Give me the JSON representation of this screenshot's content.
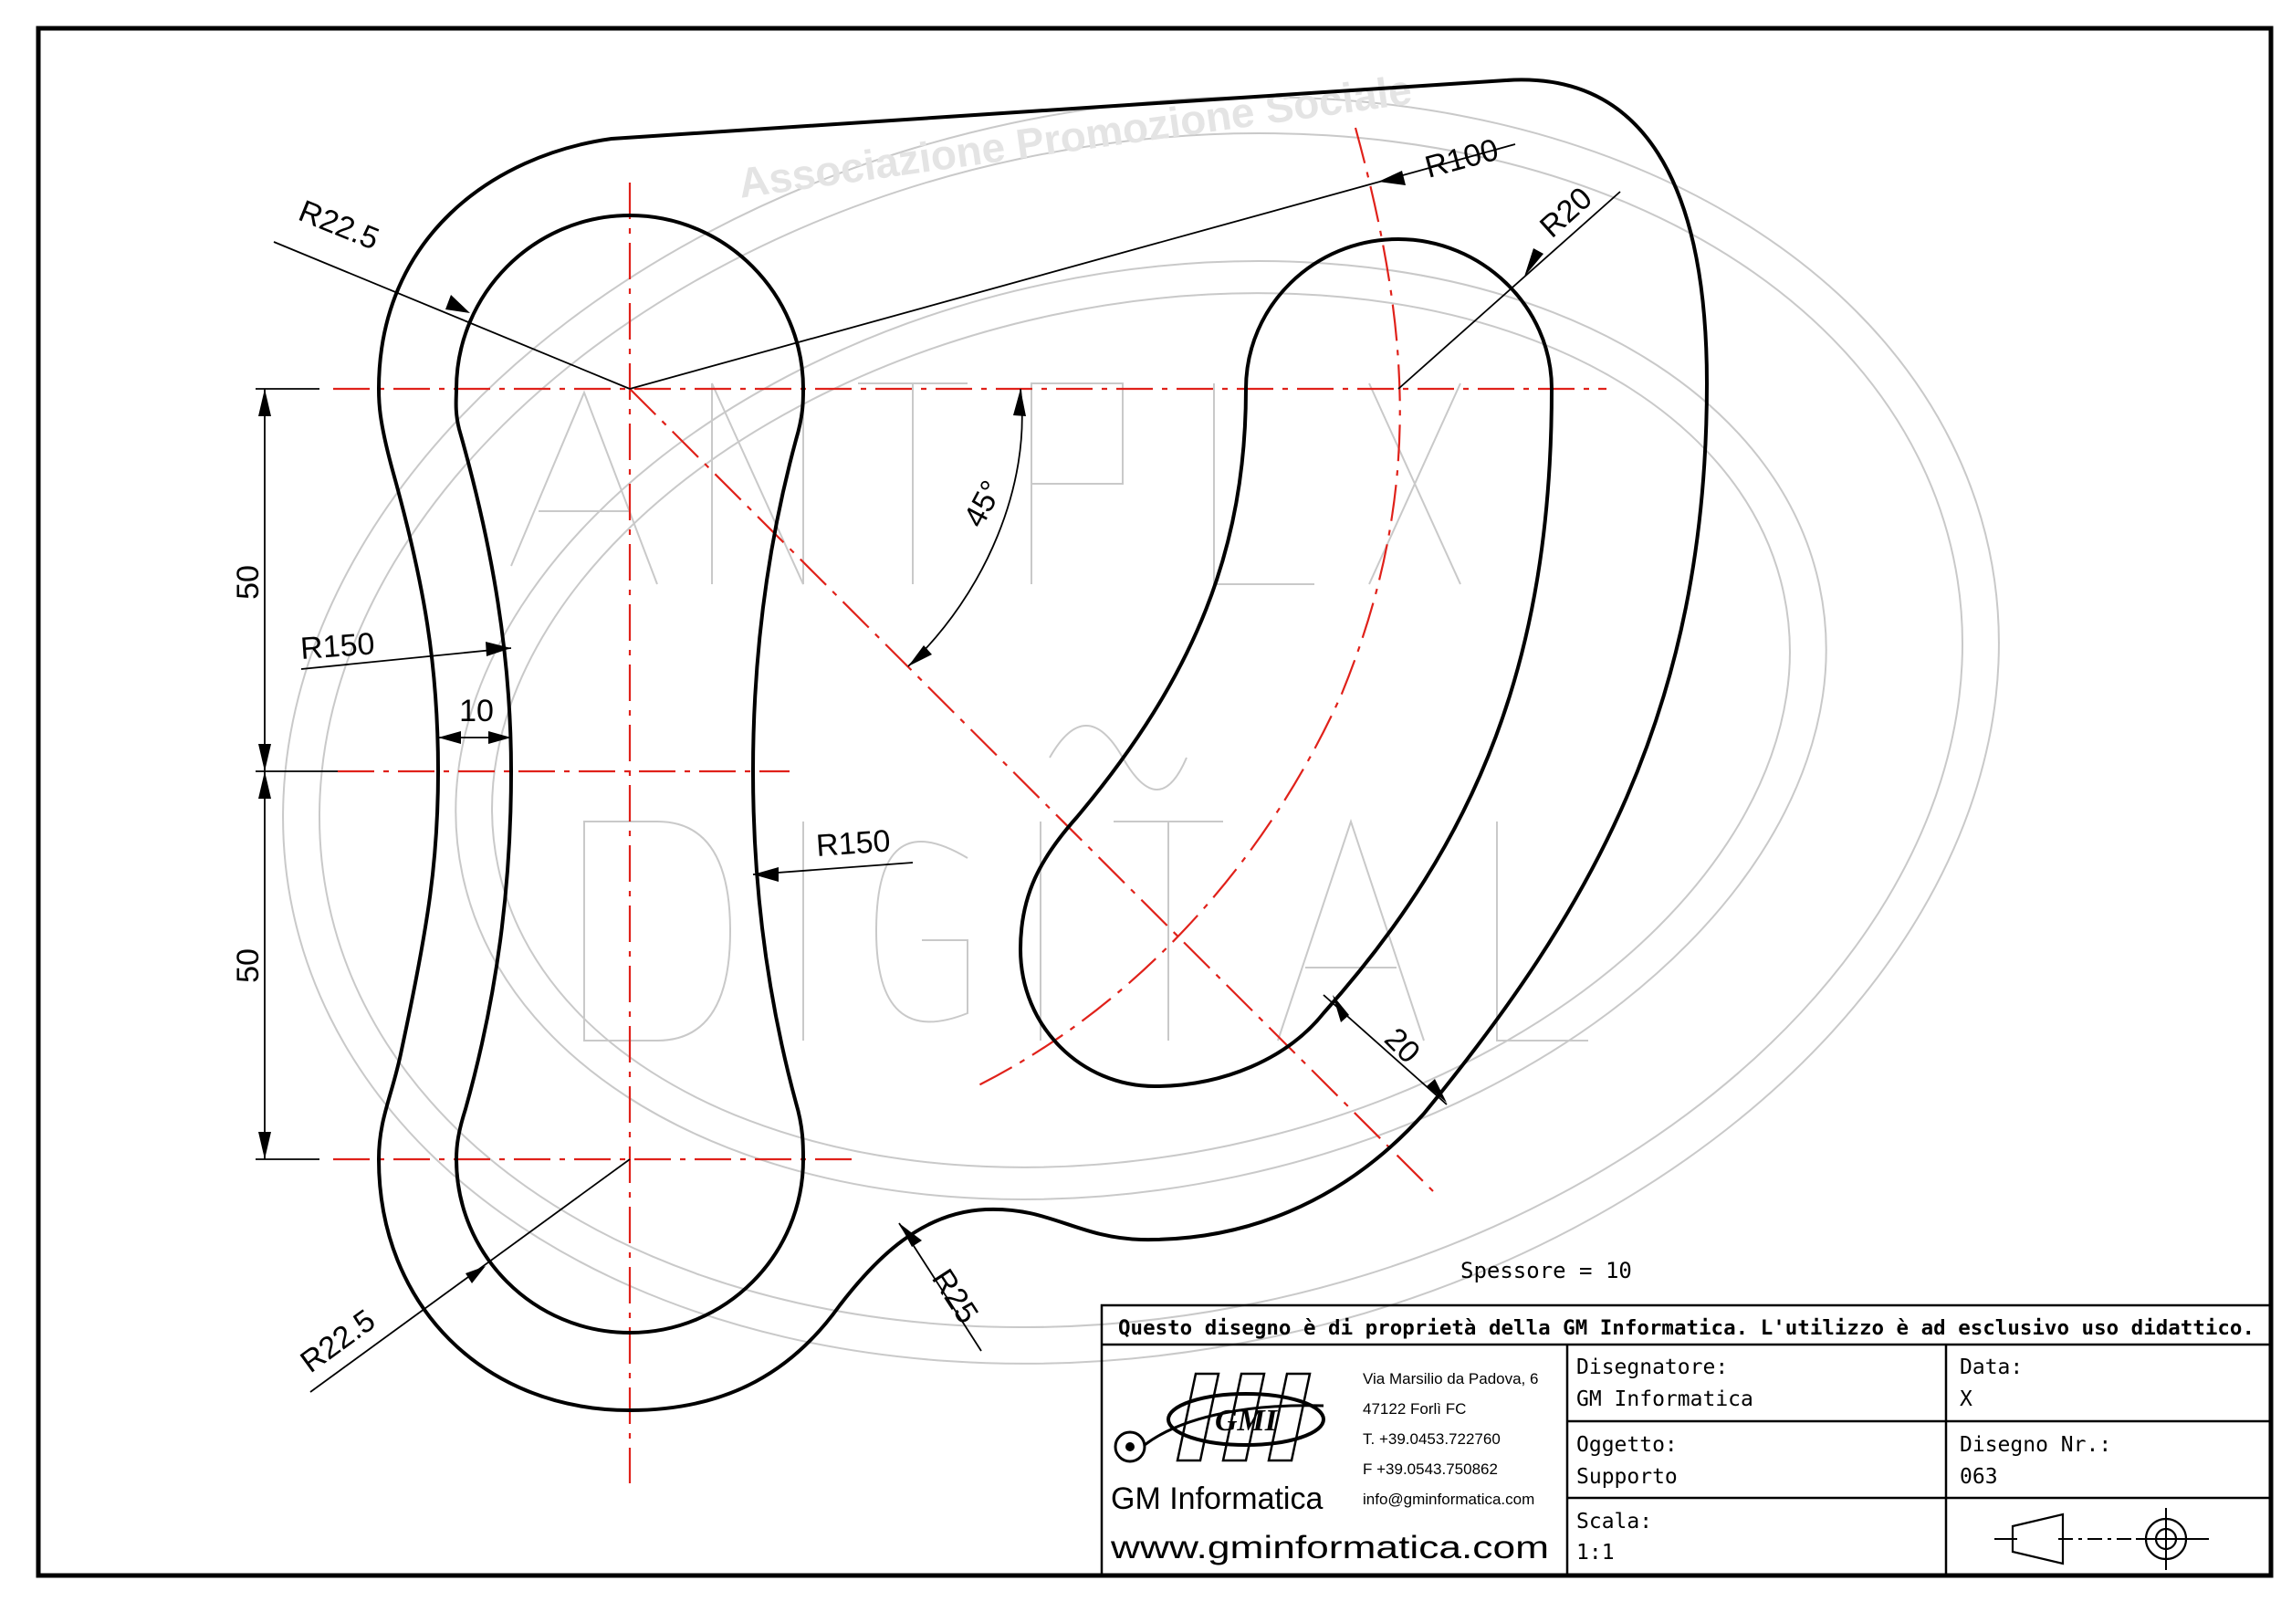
{
  "watermark": {
    "text": "Associazione Promozione Sociale"
  },
  "dimensions": {
    "r22_5_top": "R22.5",
    "r100": "R100",
    "r20": "R20",
    "d50_top": "50",
    "r150_left": "R150",
    "d10": "10",
    "angle45": "45°",
    "r150_right": "R150",
    "d50_bottom": "50",
    "d20": "20",
    "r22_5_bottom": "R22.5",
    "r25": "R25"
  },
  "thickness_note": "Spessore  =  10",
  "title_block": {
    "ownership": "Questo disegno è di proprietà della GM Informatica. L'utilizzo è ad esclusivo uso didattico.",
    "company": {
      "logo_text": "GMI",
      "name": "GM Informatica",
      "website": "www.gminformatica.com",
      "address_line1": "Via Marsilio da Padova, 6",
      "address_line2": "47122  Forlì  FC",
      "phone": "T. +39.0453.722760",
      "fax": "F +39.0543.750862",
      "email": "info@gminformatica.com"
    },
    "designer_label": "Disegnatore:",
    "designer_value": "GM  Informatica",
    "date_label": "Data:",
    "date_value": "X",
    "object_label": "Oggetto:",
    "object_value": "Supporto",
    "drawing_no_label": "Disegno  Nr.:",
    "drawing_no_value": "063",
    "scale_label": "Scala:",
    "scale_value": "1:1",
    "projection_symbol": "first-angle-projection-icon"
  }
}
